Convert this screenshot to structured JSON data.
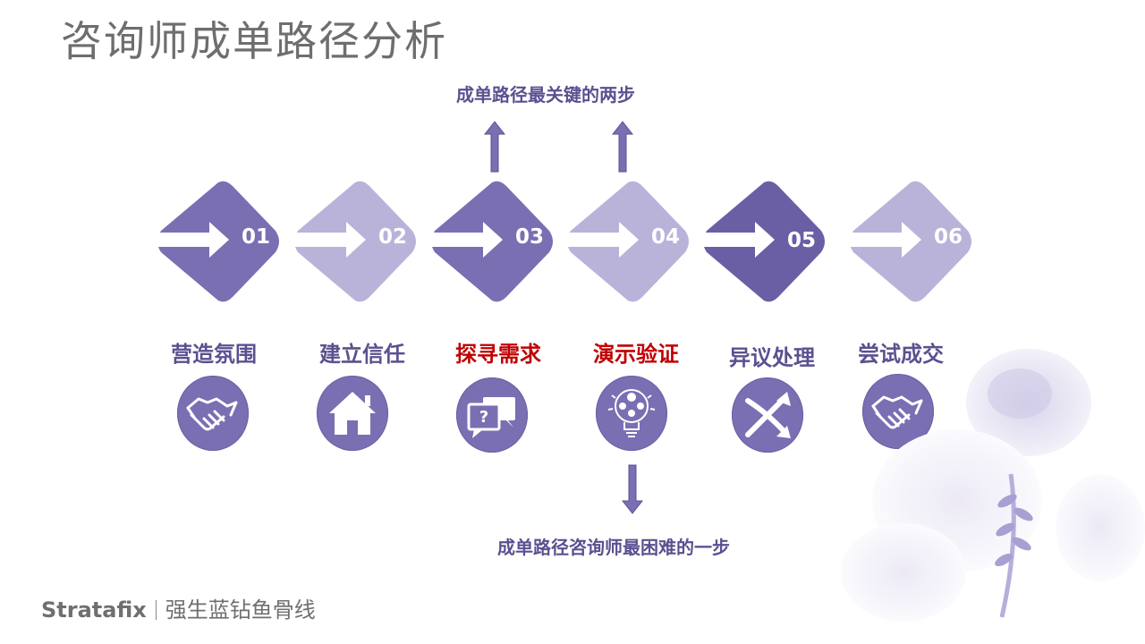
{
  "title": "咨询师成单路径分析",
  "callout_top": "成单路径最关键的两步",
  "callout_bottom": "成单路径咨询师最困难的一步",
  "steps": [
    {
      "num": "01",
      "label": "营造氛围",
      "icon": "handshake-icon",
      "tone": "dark"
    },
    {
      "num": "02",
      "label": "建立信任",
      "icon": "house-icon",
      "tone": "light"
    },
    {
      "num": "03",
      "label": "探寻需求",
      "icon": "question-chat-icon",
      "tone": "dark"
    },
    {
      "num": "04",
      "label": "演示验证",
      "icon": "lightbulb-icon",
      "tone": "light"
    },
    {
      "num": "05",
      "label": "异议处理",
      "icon": "crossing-arrows-icon",
      "tone": "darker"
    },
    {
      "num": "06",
      "label": "尝试成交",
      "icon": "handshake-icon",
      "tone": "light"
    }
  ],
  "brand": {
    "logo": "Stratafix",
    "tagline": "强生蓝钻鱼骨线"
  },
  "colors": {
    "dark": "#7a6fb3",
    "darker": "#6a5fa5",
    "light": "#b9b3da",
    "text_purple": "#5b5090",
    "text_red": "#c00000"
  }
}
